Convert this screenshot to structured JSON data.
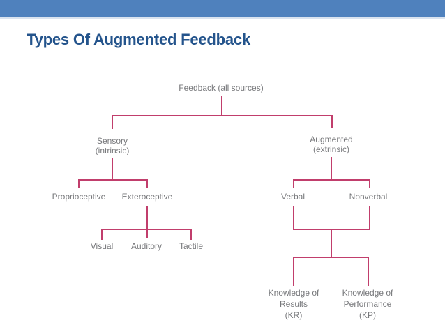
{
  "colors": {
    "top_bar": "#4f81bd",
    "top_bar_edge": "#dae3ef",
    "title_text": "#24548c",
    "connector_line": "#c13e6c",
    "node_text": "#77787b",
    "background": "#ffffff"
  },
  "slide": {
    "title": "Types Of Augmented Feedback"
  },
  "tree": {
    "root": {
      "label": "Feedback (all sources)"
    },
    "sensory": {
      "label": "Sensory\n(intrinsic)"
    },
    "augmented": {
      "label": "Augmented\n(extrinsic)"
    },
    "proprioceptive": {
      "label": "Proprioceptive"
    },
    "exteroceptive": {
      "label": "Exteroceptive"
    },
    "visual": {
      "label": "Visual"
    },
    "auditory": {
      "label": "Auditory"
    },
    "tactile": {
      "label": "Tactile"
    },
    "verbal": {
      "label": "Verbal"
    },
    "nonverbal": {
      "label": "Nonverbal"
    },
    "knowledge_of_results": {
      "label": "Knowledge of\nResults\n(KR)"
    },
    "knowledge_of_performance": {
      "label": "Knowledge of\nPerformance\n(KP)"
    }
  }
}
